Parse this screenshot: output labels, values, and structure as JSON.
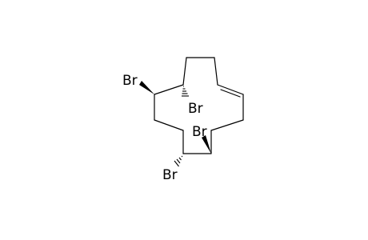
{
  "molecule": {
    "bond_color": "#000000",
    "background_color": "#ffffff",
    "atoms": [
      {
        "id": "br1",
        "symbol": "Br"
      },
      {
        "id": "br2",
        "symbol": "Br"
      },
      {
        "id": "br3",
        "symbol": "Br"
      },
      {
        "id": "br4",
        "symbol": "Br"
      }
    ]
  }
}
